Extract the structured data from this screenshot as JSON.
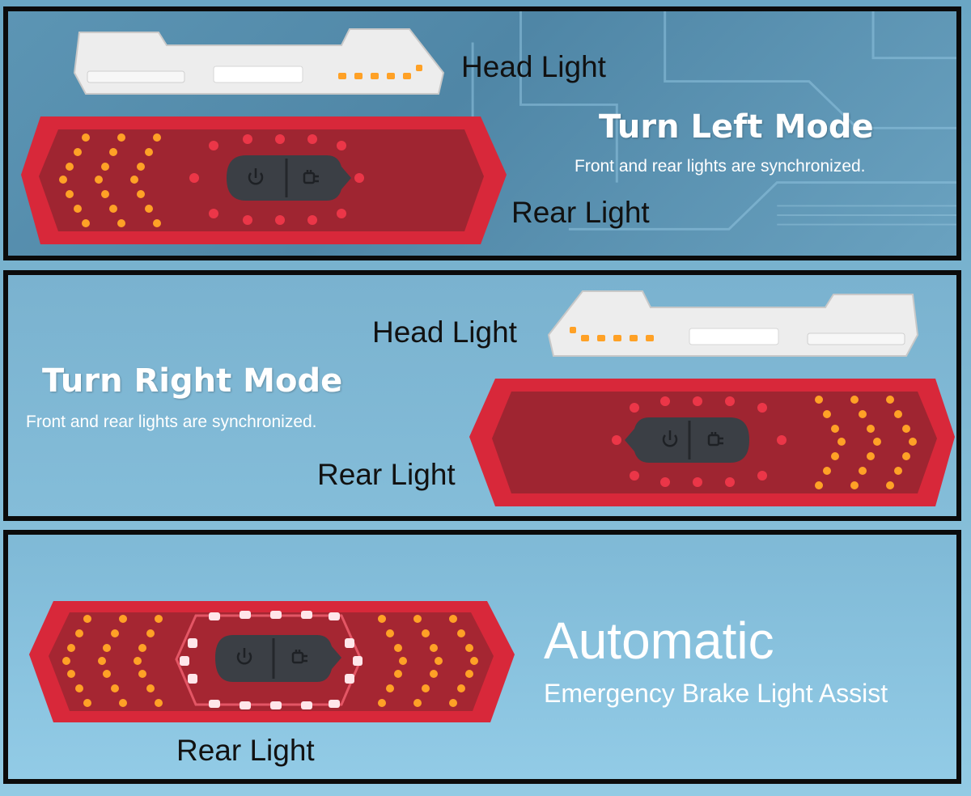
{
  "panels": {
    "turn_left": {
      "title": "Turn Left Mode",
      "subtitle": "Front and rear lights are synchronized.",
      "head_label": "Head Light",
      "rear_label": "Rear Light"
    },
    "turn_right": {
      "title": "Turn Right Mode",
      "subtitle": "Front and rear lights are synchronized.",
      "head_label": "Head Light",
      "rear_label": "Rear Light"
    },
    "automatic": {
      "title": "Automatic",
      "subtitle": "Emergency Brake Light Assist",
      "rear_label": "Rear Light"
    }
  },
  "colors": {
    "rear_body": "#d8283a",
    "amber_led": "#ffa126",
    "red_led": "#ff3b4e",
    "button": "#3b3f45",
    "head_body": "#ececec"
  },
  "icons": [
    "power-icon",
    "light-mode-icon"
  ]
}
